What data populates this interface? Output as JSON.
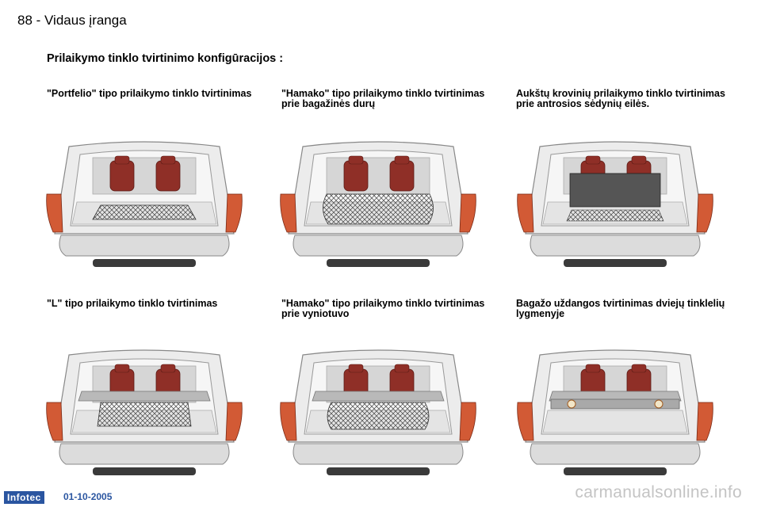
{
  "header": {
    "page_label": "88 - Vidaus įranga"
  },
  "section_title": "Prilaikymo tinklo tvirtinimo konfigūracijos :",
  "configs": [
    {
      "caption": "\"Portfelio\" tipo prilaikymo tinklo tvirtinimas",
      "net": "floor-net",
      "cover": false
    },
    {
      "caption": "\"Hamako\" tipo prilaikymo tinklo tvirtinimas prie bagažinės durų",
      "net": "hammock-door",
      "cover": false
    },
    {
      "caption": "Aukštų krovinių prilaikymo tinklo tvirtinimas prie antrosios sėdynių eilės.",
      "net": "tall-net",
      "cover": false
    },
    {
      "caption": "\"L\" tipo prilaikymo tinklo tvirtinimas",
      "net": "l-net",
      "cover": true
    },
    {
      "caption": "\"Hamako\" tipo prilaikymo tinklo tvirtinimas prie vyniotuvo",
      "net": "hammock-roller",
      "cover": true
    },
    {
      "caption": "Bagažo uždangos tvirtinimas dviejų tinklelių lygmenyje",
      "net": "cover-level",
      "cover": true
    }
  ],
  "footer": {
    "logo_text": "Infotec",
    "date": "01-10-2005",
    "watermark": "carmanualsonline.info"
  },
  "colors": {
    "seat": "#8f2f27",
    "taillight": "#d25a35",
    "body": "#dcdcdc",
    "trim": "#3a3a3a",
    "logo_bg": "#2a55a0"
  }
}
